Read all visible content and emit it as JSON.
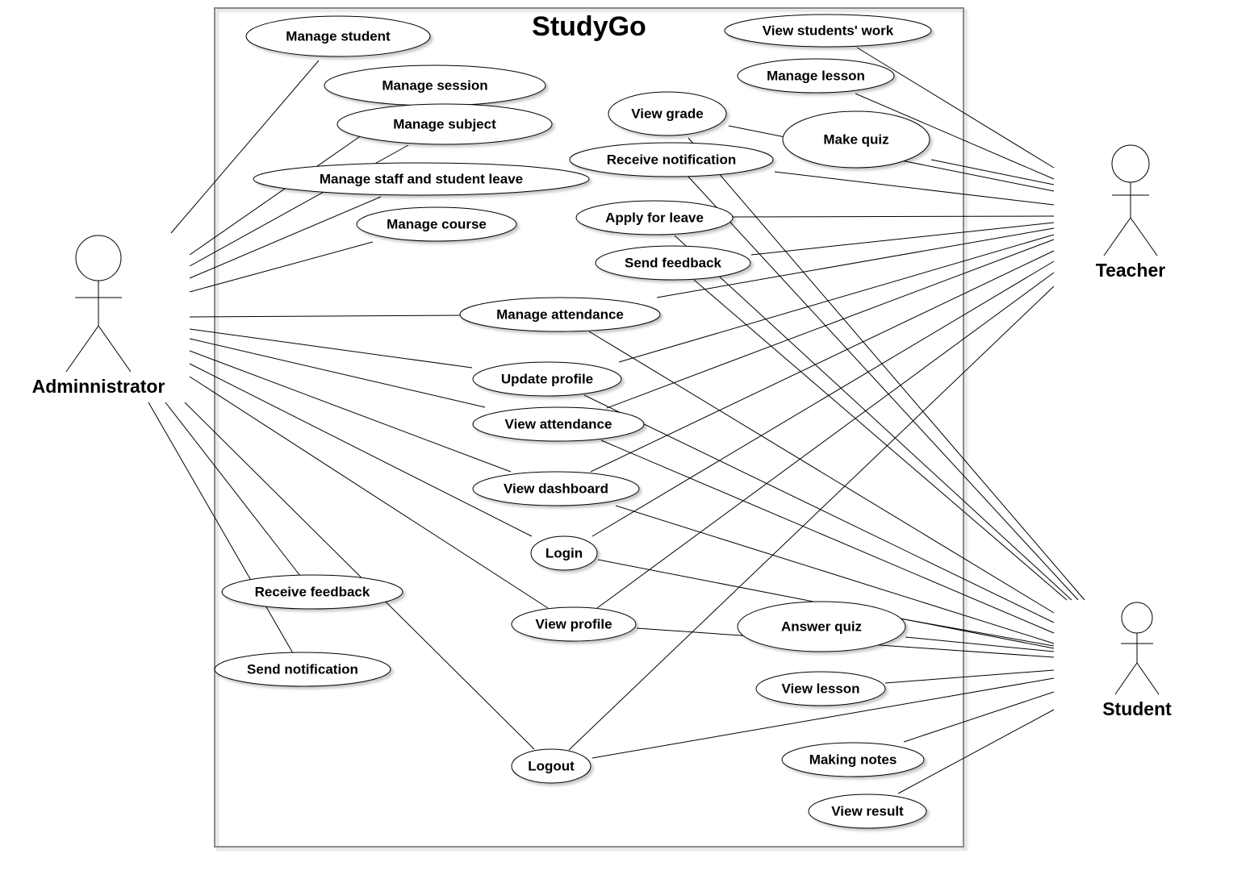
{
  "system": {
    "title": "StudyGo"
  },
  "actors": {
    "administrator": "Adminnistrator",
    "teacher": "Teacher",
    "student": "Student"
  },
  "use_cases": {
    "manage_student": "Manage student",
    "manage_session": "Manage session",
    "manage_subject": "Manage subject",
    "manage_leave": "Manage staff and student leave",
    "manage_course": "Manage course",
    "view_students_work": "View students' work",
    "manage_lesson": "Manage lesson",
    "view_grade": "View grade",
    "make_quiz": "Make quiz",
    "receive_notification": "Receive notification",
    "apply_leave": "Apply for leave",
    "send_feedback": "Send feedback",
    "manage_attendance": "Manage attendance",
    "update_profile": "Update profile",
    "view_attendance": "View attendance",
    "view_dashboard": "View dashboard",
    "login": "Login",
    "receive_feedback": "Receive feedback",
    "view_profile": "View profile",
    "answer_quiz": "Answer quiz",
    "send_notification": "Send notification",
    "view_lesson": "View lesson",
    "logout": "Logout",
    "making_notes": "Making notes",
    "view_result": "View result"
  }
}
